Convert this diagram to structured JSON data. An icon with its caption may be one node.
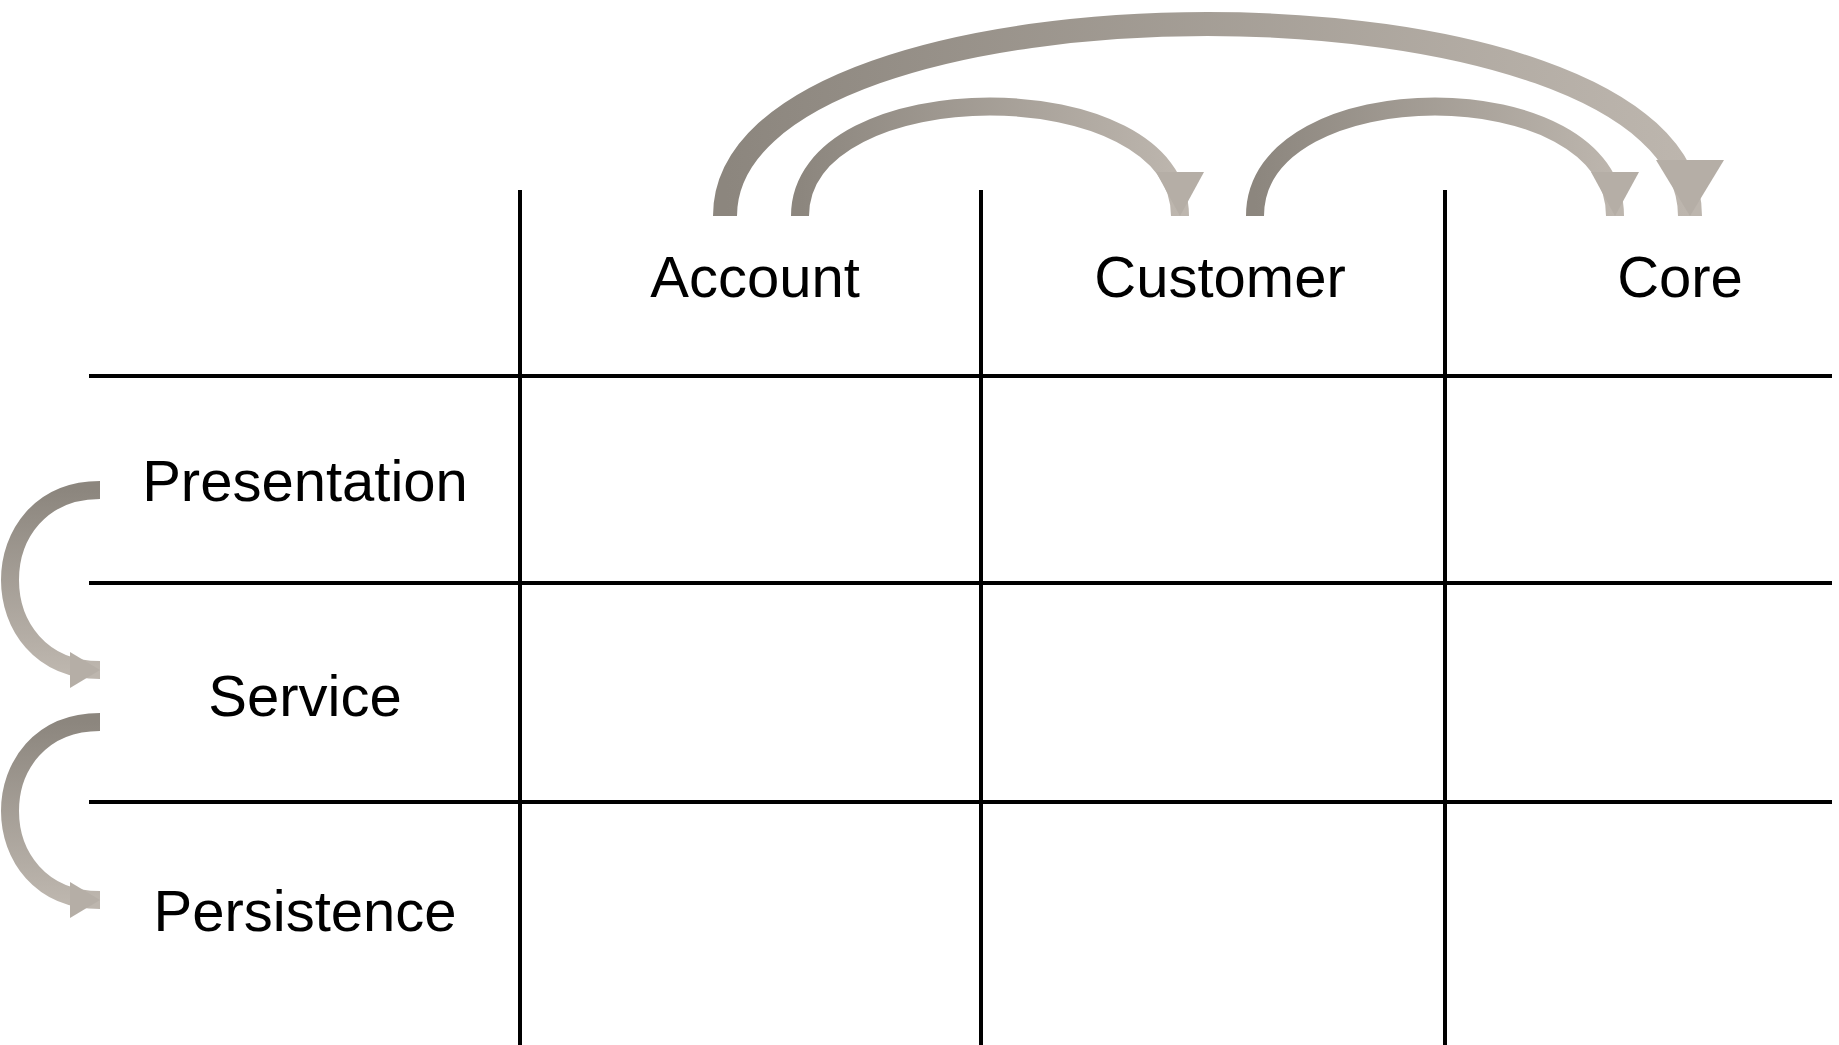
{
  "diagram": {
    "nodes": [
      {
        "text": [
          "Account"
        ]
      },
      {
        "text": [
          "Customer"
        ]
      },
      {
        "text": [
          "Core"
        ]
      },
      {
        "text": [
          "Presentation"
        ]
      },
      {
        "text": [
          "Service"
        ]
      },
      {
        "text": [
          "Persistence"
        ]
      }
    ],
    "edges": [
      {
        "from": 0,
        "to": 2,
        "arrow": "to"
      },
      {
        "from": 0,
        "to": 1,
        "arrow": "to"
      },
      {
        "from": 1,
        "to": 2,
        "arrow": "to"
      },
      {
        "from": 3,
        "to": 4,
        "arrow": "to"
      },
      {
        "from": 4,
        "to": 5,
        "arrow": "to"
      }
    ]
  }
}
